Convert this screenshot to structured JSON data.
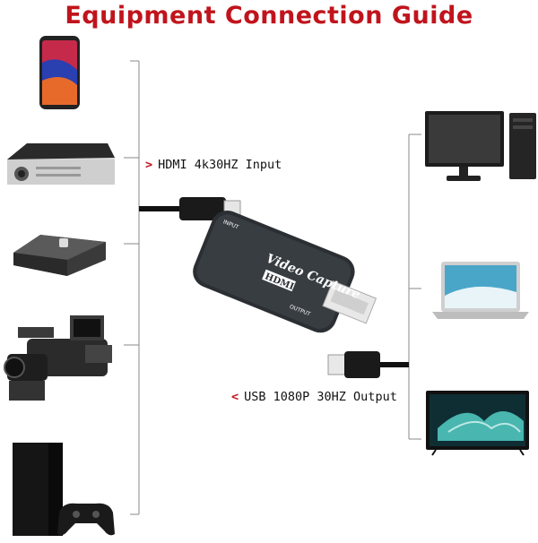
{
  "title": "Equipment Connection Guide",
  "input_label": {
    "arrow": ">",
    "text": "HDMI 4k30HZ Input"
  },
  "output_label": {
    "arrow": "<",
    "text": "USB 1080P 30HZ Output"
  },
  "device_text": {
    "hdmi_logo": "HDMI",
    "brand_text": "Video Capture",
    "input_port": "INPUT",
    "output_port": "OUTPUT"
  },
  "sources": [
    "smartphone",
    "projector",
    "tv-box",
    "camcorder",
    "game-console"
  ],
  "outputs": [
    "desktop-computer",
    "laptop",
    "tv"
  ],
  "colors": {
    "title": "#c0141c",
    "line": "#777777",
    "device": "#2b2f33"
  }
}
